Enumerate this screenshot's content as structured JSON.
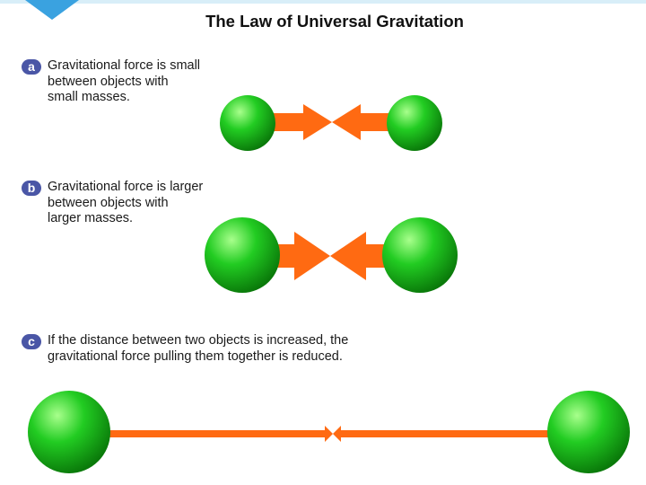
{
  "title": "The Law of Universal Gravitation",
  "colors": {
    "badge": "#4a56a6",
    "arrow": "#ff6a12",
    "sphere": "#22cc22",
    "sphere_dark": "#0a7a0a",
    "sphere_light": "#a8ff8c"
  },
  "icons": {
    "corner": "blue-down-triangle-icon",
    "force_arrow": "orange-arrow-icon",
    "mass": "green-sphere-icon"
  },
  "panels": [
    {
      "label": "a",
      "caption_lines": [
        "Gravitational force is small",
        "between objects with",
        "small masses."
      ]
    },
    {
      "label": "b",
      "caption_lines": [
        "Gravitational force is larger",
        "between objects with",
        "larger masses."
      ]
    },
    {
      "label": "c",
      "caption_lines": [
        "If the distance between two objects is increased, the",
        "gravitational force pulling them together is reduced."
      ]
    }
  ]
}
